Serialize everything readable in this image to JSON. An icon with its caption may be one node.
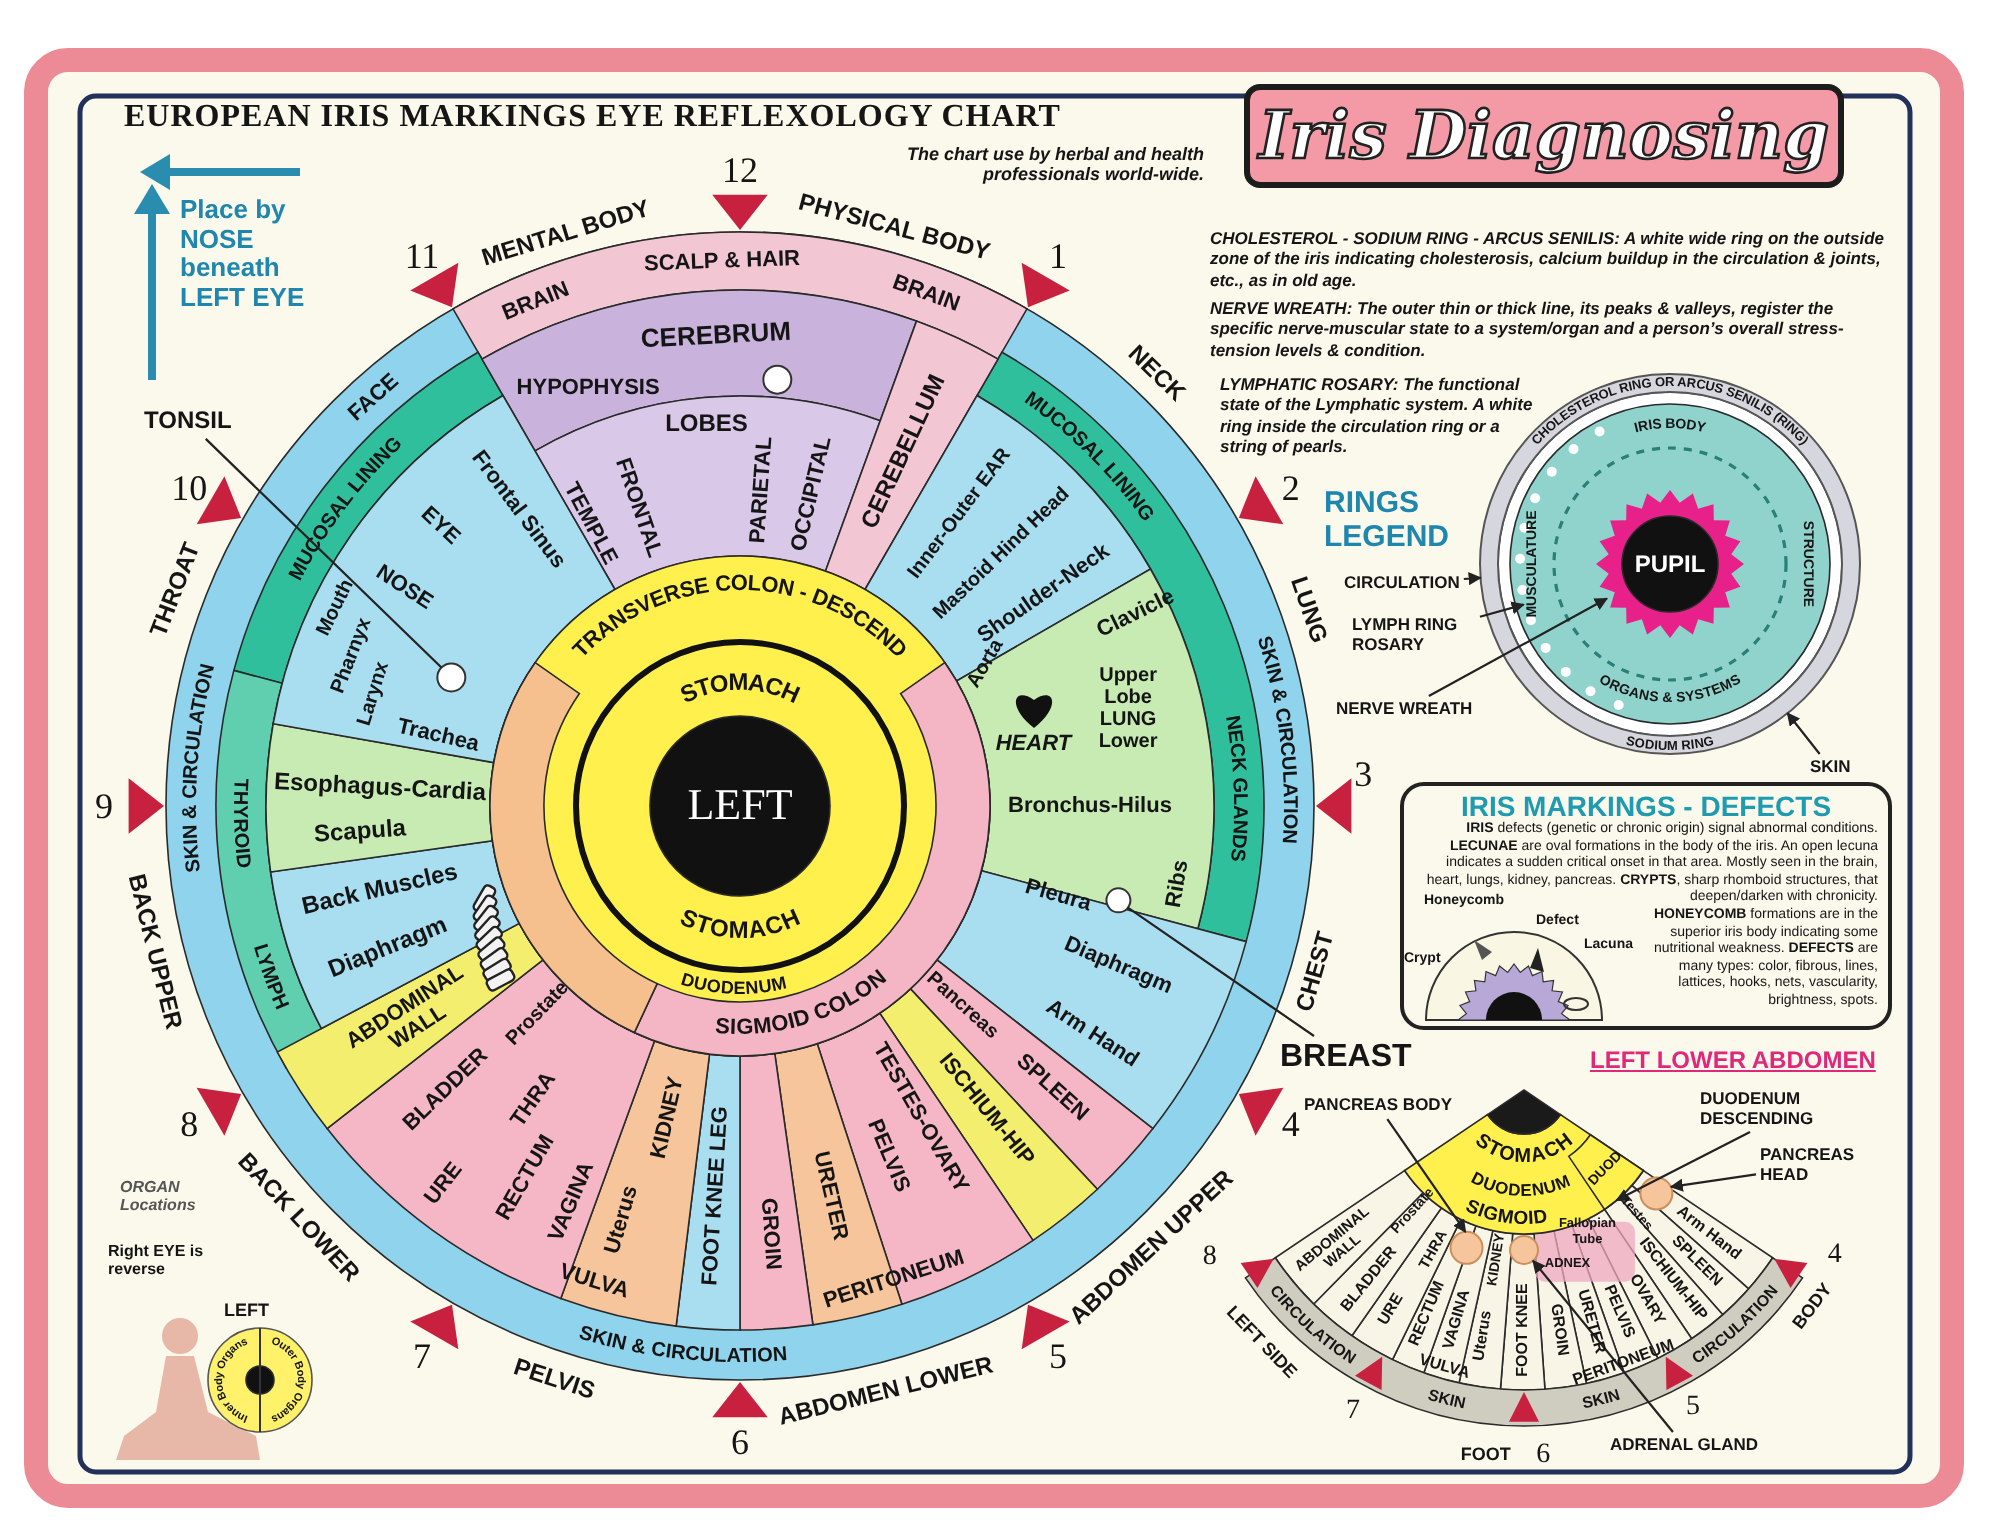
{
  "diagram": {
    "title": "Iris Diagnosing",
    "nodes": [
      {
        "text": [
          "TONSIL"
        ]
      },
      {
        "text": [
          "BREAST"
        ]
      },
      {
        "text": [
          "CIRCULATION"
        ]
      },
      {
        "text": [
          "LYMPH RING ROSARY"
        ]
      },
      {
        "text": [
          "NERVE WREATH"
        ]
      },
      {
        "text": [
          "SKIN"
        ]
      },
      {
        "text": [
          "IRIS MARKINGS - DEFECTS",
          "**IRIS** defects (genetic or chronic origin) signal abnormal conditions. **LECUNAE** are oval formations in the body of the iris. An open lecuna indicates a sudden critical onset in that area. Mostly seen in the brain, heart, lungs, kidney, pancreas. **CRYPTS**, sharp rhomboid structures, that deepen/darken with chronicity. **HONEYCOMB** formations are in the superior iris body indicating some nutritional weakness. **DEFECTS** are many types: color, fibrous, lines, lattices, hooks, nets, vascularity, brightness, spots."
        ]
      },
      {
        "text": [
          "PANCREAS BODY"
        ]
      },
      {
        "text": [
          "DUODENUM DESCENDING"
        ]
      },
      {
        "text": [
          "PANCREAS HEAD"
        ]
      },
      {
        "text": [
          "ADRENAL GLAND"
        ]
      },
      {
        "text": [],
        "shape": "circle"
      },
      {
        "text": [],
        "shape": "circle"
      },
      {
        "text": [
          "CHOLESTEROL RING OR ARCUS SENILIS (RING)",
          "SODIUM RING"
        ]
      },
      {
        "text": [],
        "shape": "circle",
        "in": 13
      },
      {
        "text": [
          "PUPIL"
        ],
        "in": 13
      },
      {
        "text": [
          "DUOD"
        ]
      },
      {
        "text": [],
        "shape": "circle"
      },
      {
        "text": [],
        "shape": "circle"
      },
      {
        "text": [],
        "shape": "circle"
      },
      {
        "text": [],
        "shape": "circle"
      }
    ],
    "edges": [
      {
        "from": 0,
        "to": 11,
        "arrow": "none"
      },
      {
        "from": 1,
        "to": 12,
        "arrow": "none"
      },
      {
        "from": 2,
        "to": 13,
        "arrow": "to"
      },
      {
        "from": 3,
        "to": 14,
        "arrow": "to"
      },
      {
        "from": 4,
        "to": 15,
        "arrow": "to"
      },
      {
        "from": 5,
        "to": 13,
        "arrow": "to"
      },
      {
        "from": 7,
        "to": 17,
        "arrow": "to"
      },
      {
        "from": 8,
        "to": 16,
        "arrow": "to"
      },
      {
        "from": 9,
        "to": 18,
        "arrow": "to"
      },
      {
        "from": 10,
        "to": 19,
        "arrow": "to"
      }
    ],
    "labels": [
      "EUROPEAN IRIS MARKINGS EYE REFLEXOLOGY CHART",
      "The chart use by herbal and health professionals world-wide.",
      "Place by NOSE beneath LEFT EYE",
      "12",
      "1",
      "2",
      "3",
      "4",
      "5",
      "6",
      "7",
      "8",
      "9",
      "10",
      "11",
      "MENTAL BODY",
      "PHYSICAL BODY",
      "NECK",
      "LUNG",
      "CHEST",
      "ABDOMEN UPPER",
      "ABDOMEN LOWER",
      "PELVIS",
      "BACK LOWER",
      "BACK UPPER",
      "THROAT",
      "FACE",
      "BRAIN",
      "SCALP & HAIR",
      "BRAIN",
      "SKIN & CIRCULATION",
      "SKIN & CIRCULATION",
      "SKIN & CIRCULATION",
      "MUCOSAL LINING",
      "MUCOSAL LINING",
      "NECK GLANDS",
      "THYROID",
      "LYMPH",
      "Frontal Sinus",
      "EYE",
      "Mouth",
      "Pharnyx",
      "Larynx",
      "NOSE",
      "CEREBRUM",
      "HYPOPHYSIS",
      "LOBES",
      "TEMPLE",
      "FRONTAL",
      "PARIETAL",
      "OCCIPITAL",
      "CEREBELLUM",
      "Trachea",
      "Esophagus-Cardia",
      "Scapula",
      "Back Muscles",
      "Diaphragm",
      "ABDOMINAL WALL",
      "BLADDER",
      "URE",
      "THRA",
      "Prostate",
      "RECTUM",
      "VAGINA",
      "Uterus",
      "KIDNEY",
      "VULVA",
      "FOOT KNEE LEG",
      "GROIN",
      "URETER",
      "PELVIS",
      "PERITONEUM",
      "TESTES-OVARY",
      "ISCHIUM-HIP",
      "SPLEEN",
      "Pancreas",
      "Arm Hand",
      "Diaphragm",
      "Pleura",
      "Ribs",
      "Bronchus-Hilus",
      "HEART",
      "Upper Lobe LUNG Lower",
      "Aorta",
      "Clavicle",
      "Shoulder-Neck",
      "Mastoid Hind Head",
      "Inner-Outer EAR",
      "TRANSVERSE COLON - DESCEND",
      "STOMACH",
      "LEFT",
      "STOMACH",
      "DUODENUM",
      "SIGMOID COLON",
      "ORGAN Locations",
      "Right EYE is reverse",
      "LEFT",
      "Inner Body Organs",
      "Outer Body Organs",
      "**CHOLESTEROL - SODIUM RING - ARCUS SENILIS:** A white wide ring on the outside zone of the iris indicating cholesterosis, calcium buildup in the circulation & joints, etc., as in old age.",
      "**NERVE WREATH:** The outer thin or thick line, its peaks & valleys, register the specific nerve-muscular state to a system/organ and a person’s overall stress-tension levels & condition.",
      "**LYMPHATIC ROSARY:** The functional state of the Lymphatic system. A white ring inside the circulation ring or a string of pearls.",
      "RINGS LEGEND",
      "IRIS BODY",
      "MUSCULATURE",
      "STRUCTURE",
      "ORGANS & SYSTEMS",
      "Honeycomb",
      "Defect",
      "Crypt",
      "Lacuna",
      "LEFT LOWER ABDOMEN",
      "STOMACH",
      "DUODENUM",
      "SIGMOID",
      "ABDOMINAL WALL",
      "BLADDER",
      "URE",
      "THRA",
      "Prostate",
      "RECTUM",
      "VAGINA",
      "Uterus",
      "KIDNEY",
      "VULVA",
      "FOOT KNEE",
      "GROIN",
      "URETER",
      "PELVIS",
      "PERITONEUM",
      "OVARY",
      "Testes",
      "Fallopian Tube",
      "ADNEX",
      "ISCHIUM-HIP",
      "SPLEEN",
      "Arm Hand",
      "LEFT SIDE",
      "CIRCULATION",
      "SKIN",
      "SKIN",
      "CIRCULATION",
      "BODY",
      "FOOT",
      "8",
      "7",
      "6",
      "5",
      "4"
    ]
  }
}
